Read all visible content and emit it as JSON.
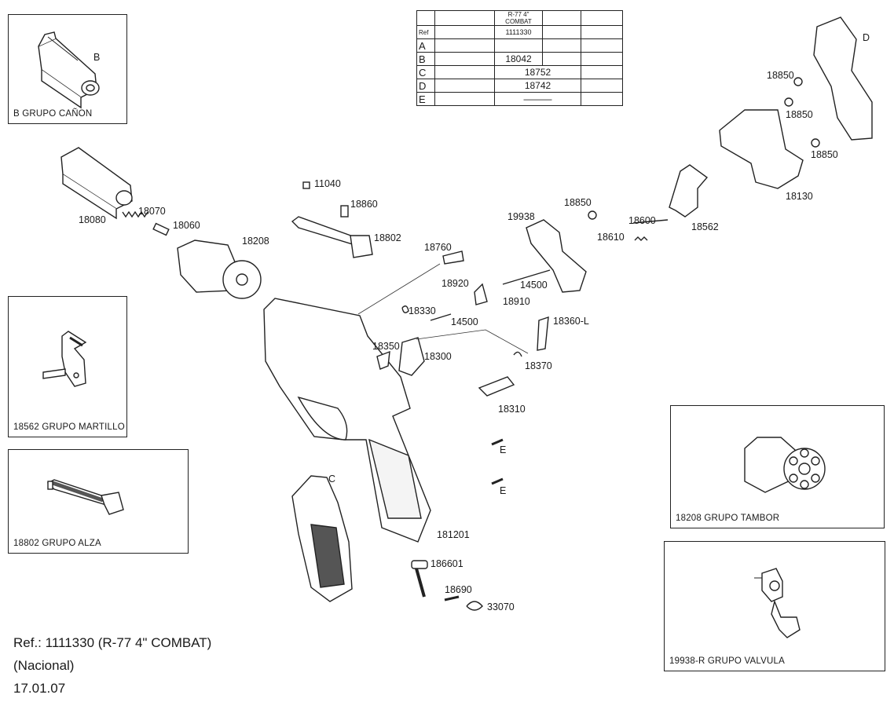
{
  "table": {
    "header": [
      "",
      "",
      "R-77 4\"\nCOMBAT",
      "",
      ""
    ],
    "ref_row": [
      "Ref",
      "",
      "1111330",
      "",
      ""
    ],
    "rows": [
      {
        "key": "A",
        "value": ""
      },
      {
        "key": "B",
        "value": "18042"
      },
      {
        "key": "C",
        "value": "18752"
      },
      {
        "key": "D",
        "value": "18742"
      },
      {
        "key": "E",
        "value": "———"
      }
    ]
  },
  "boxes": {
    "canon": {
      "caption": "B  GRUPO  CAÑON",
      "letter": "B"
    },
    "martillo": {
      "caption": "18562  GRUPO  MARTILLO"
    },
    "alza": {
      "caption": "18802  GRUPO  ALZA"
    },
    "tambor": {
      "caption": "18208  GRUPO  TAMBOR"
    },
    "valvula": {
      "caption": "19938-R  GRUPO  VALVULA"
    }
  },
  "labels": {
    "p18080": "18080",
    "p18070": "18070",
    "p18060": "18060",
    "p18208": "18208",
    "p11040": "11040",
    "p18860": "18860",
    "p18802": "18802",
    "p18760": "18760",
    "p18920": "18920",
    "p18910": "18910",
    "p14500a": "14500",
    "p14500b": "14500",
    "p18330": "18330",
    "p18350": "18350",
    "p18300": "18300",
    "p18360": "18360-L",
    "p18370": "18370",
    "p18310": "18310",
    "p19938": "19938",
    "p18850a": "18850",
    "p18850b": "18850",
    "p18850c": "18850",
    "p18850d": "18850",
    "p18600": "18600",
    "p18610": "18610",
    "p18562": "18562",
    "p18130": "18130",
    "pD": "D",
    "pC": "C",
    "pE1": "E",
    "pE2": "E",
    "p181201": "181201",
    "p186601": "186601",
    "p18690": "18690",
    "p33070": "33070"
  },
  "reference": {
    "line1": "Ref.: 1111330 (R-77 4\" COMBAT)",
    "line2": "(Nacional)",
    "line3": "17.01.07"
  }
}
